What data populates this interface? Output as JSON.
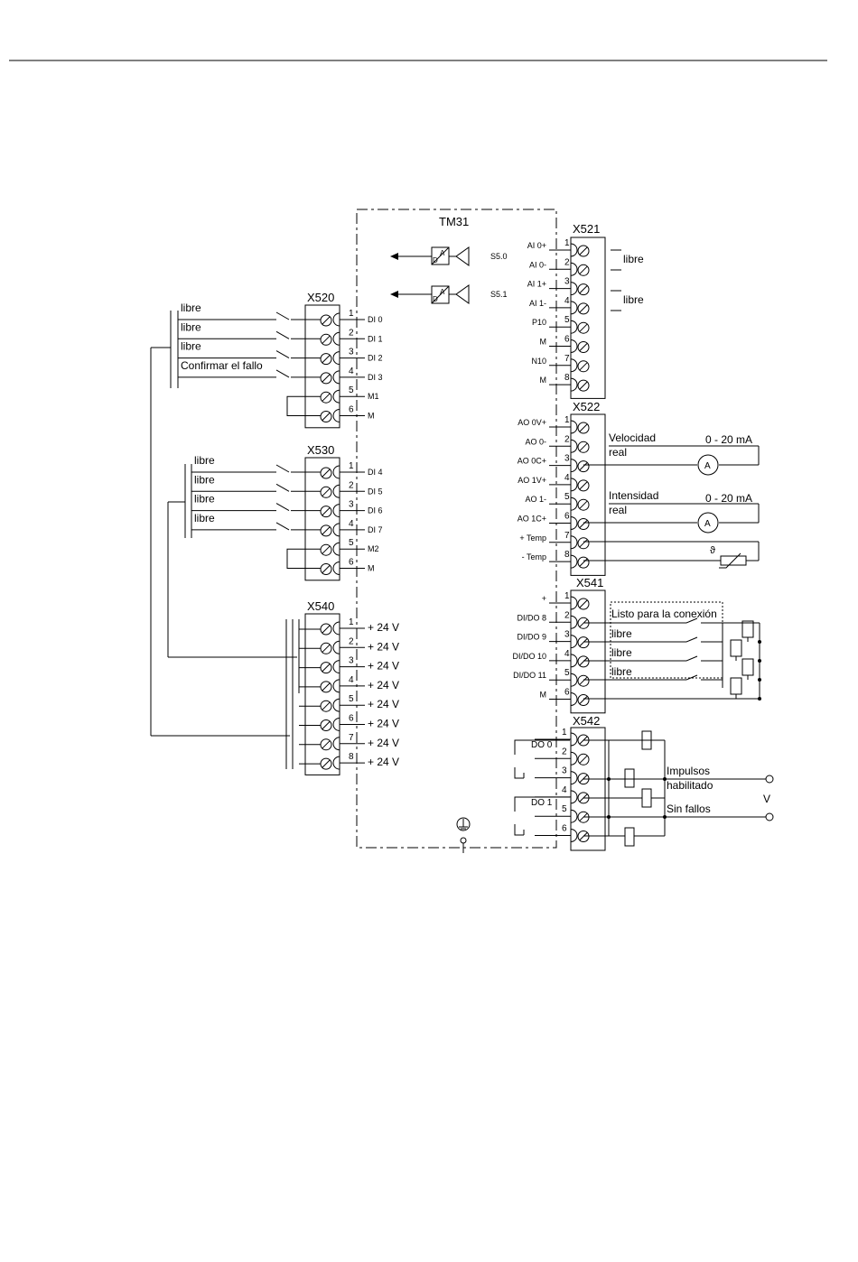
{
  "module": {
    "name": "TM31"
  },
  "ground_symbol": "earth-ground-icon",
  "x520": {
    "name": "X520",
    "pins": [
      "1",
      "2",
      "3",
      "4",
      "5",
      "6"
    ],
    "signals": [
      "DI 0",
      "DI 1",
      "DI 2",
      "DI 3",
      "M1",
      "M"
    ],
    "inputs": [
      "libre",
      "libre",
      "libre",
      "Confirmar el fallo"
    ]
  },
  "x530": {
    "name": "X530",
    "pins": [
      "1",
      "2",
      "3",
      "4",
      "5",
      "6"
    ],
    "signals": [
      "DI 4",
      "DI 5",
      "DI 6",
      "DI 7",
      "M2",
      "M"
    ],
    "inputs": [
      "libre",
      "libre",
      "libre",
      "libre"
    ]
  },
  "x540": {
    "name": "X540",
    "pins": [
      "1",
      "2",
      "3",
      "4",
      "5",
      "6",
      "7",
      "8"
    ],
    "signals": [
      "+ 24 V",
      "+ 24 V",
      "+ 24 V",
      "+ 24 V",
      "+ 24 V",
      "+ 24 V",
      "+ 24 V",
      "+ 24 V"
    ]
  },
  "x521": {
    "name": "X521",
    "pins": [
      "1",
      "2",
      "3",
      "4",
      "5",
      "6",
      "7",
      "8"
    ],
    "signals": [
      "AI 0+",
      "AI 0-",
      "AI 1+",
      "AI 1-",
      "P10",
      "M",
      "N10",
      "M"
    ],
    "right_labels": [
      "libre",
      "libre"
    ],
    "switches": [
      "S5.0",
      "S5.1"
    ],
    "converter": {
      "a": "A",
      "d": "D"
    }
  },
  "x522": {
    "name": "X522",
    "pins": [
      "1",
      "2",
      "3",
      "4",
      "5",
      "6",
      "7",
      "8"
    ],
    "signals": [
      "AO 0V+",
      "AO 0-",
      "AO 0C+",
      "AO 1V+",
      "AO 1-",
      "AO 1C+",
      "+ Temp",
      "- Temp"
    ],
    "outputs": [
      {
        "label1": "Velocidad",
        "label2": "real",
        "range": "0 - 20 mA",
        "meter": "A"
      },
      {
        "label1": "Intensidad",
        "label2": "real",
        "range": "0 - 20 mA",
        "meter": "A"
      }
    ],
    "temp_symbol": "ϑ"
  },
  "x541": {
    "name": "X541",
    "pins": [
      "1",
      "2",
      "3",
      "4",
      "5",
      "6"
    ],
    "signals": [
      "+",
      "DI/DO 8",
      "DI/DO 9",
      "DI/DO 10",
      "DI/DO 11",
      "M"
    ],
    "outputs": [
      "Listo para la conexión",
      "libre",
      "libre",
      "libre"
    ]
  },
  "x542": {
    "name": "X542",
    "pins": [
      "1",
      "2",
      "3",
      "4",
      "5",
      "6"
    ],
    "relays": [
      "DO 0",
      "DO 1"
    ],
    "outputs": [
      {
        "label1": "Impulsos",
        "label2": "habilitado"
      },
      {
        "label1": "Sin fallos"
      }
    ],
    "voltage": "V"
  }
}
